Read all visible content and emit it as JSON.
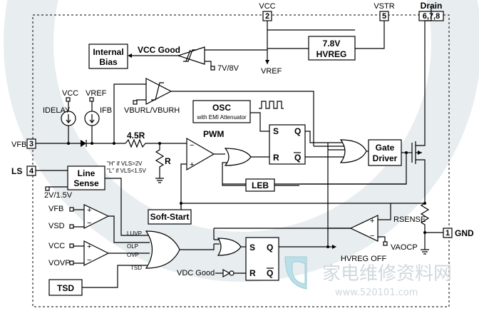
{
  "pins": {
    "vcc": {
      "number": "2",
      "label": "VCC"
    },
    "vstr": {
      "number": "5",
      "label": "VSTR"
    },
    "drain": {
      "number": "6,7,8",
      "label": "Drain"
    },
    "vfb": {
      "number": "3",
      "label": "VFB"
    },
    "ls": {
      "number": "4",
      "label": "LS"
    },
    "gnd": {
      "number": "1",
      "label": "GND"
    }
  },
  "blocks": {
    "internal_bias_line1": "Internal",
    "internal_bias_line2": "Bias",
    "hvreg_value": "7.8V",
    "hvreg_label": "HVREG",
    "vref": "VREF",
    "osc": "OSC",
    "osc_sub": "with EMI Attenuator",
    "gate_driver_line1": "Gate",
    "gate_driver_line2": "Driver",
    "line_sense_line1": "Line",
    "line_sense_line2": "Sense",
    "leb": "LEB",
    "soft_start": "Soft-Start",
    "tsd": "TSD",
    "pwm": "PWM"
  },
  "labels": {
    "vcc_good": "VCC Good",
    "uvlo": "7V/8V",
    "vburl": "VBURL/VBURH",
    "idelay": "IDELAY",
    "ifb": "IFB",
    "vcc_small": "VCC",
    "vref_small": "VREF",
    "resistor_value": "4.5R",
    "resistor_r": "R",
    "ls_note_h": "\"H\" if VLS>2V",
    "ls_note_l": "\"L\" if VLS<1.5V",
    "ls_threshold": "2V/1.5V",
    "comp_vfb": "VFB",
    "comp_vsd": "VSD",
    "comp_vcc": "VCC",
    "comp_vovp": "VOVP",
    "luvp": "LUVP",
    "olp": "OLP",
    "ovp": "OVP",
    "tsd_sig": "TSD",
    "rsense": "RSENSE",
    "vaocp": "VAOCP",
    "hvreg_off": "HVREG OFF",
    "vdc_good": "VDC Good",
    "ff1_s": "S",
    "ff1_r": "R",
    "ff1_q": "Q",
    "ff1_qbar": "Q",
    "ff2_s": "S",
    "ff2_r": "R",
    "ff2_q": "Q",
    "ff2_qbar": "Q"
  },
  "watermark": {
    "chinese": "家电维修资料网",
    "url": "www.520101.com"
  }
}
